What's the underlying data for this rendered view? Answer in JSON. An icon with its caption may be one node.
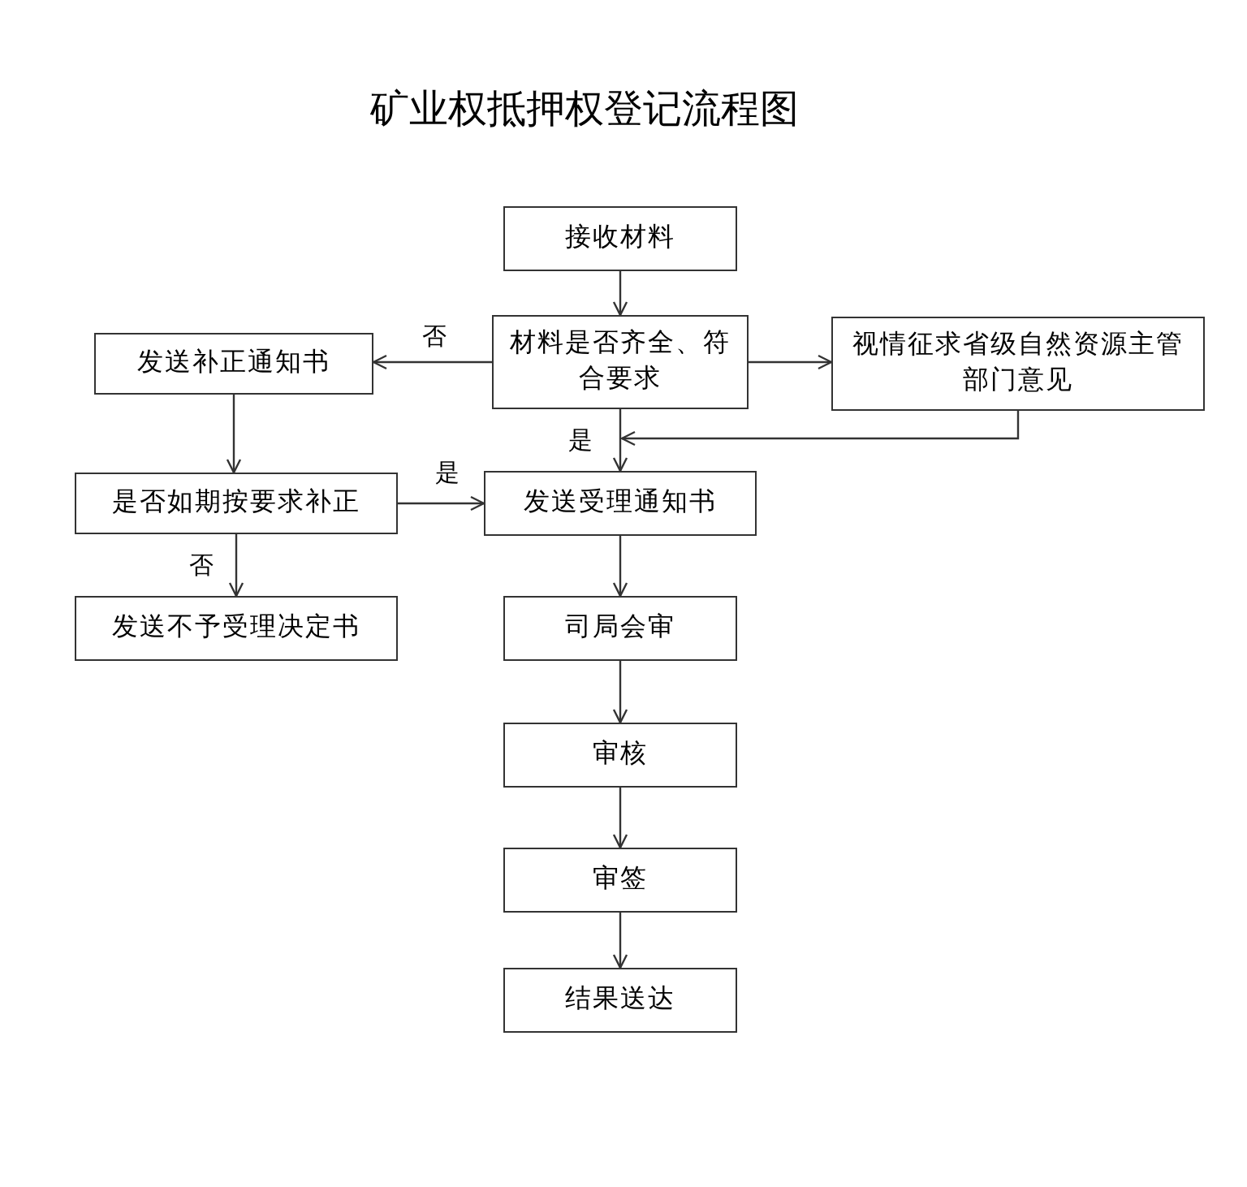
{
  "diagram": {
    "title": "矿业权抵押权登记流程图",
    "nodes": [
      {
        "text": [
          "接收材料"
        ]
      },
      {
        "text": [
          "材料是否齐全、符合要求"
        ]
      },
      {
        "text": [
          "发送补正通知书"
        ]
      },
      {
        "text": [
          "视情征求省级自然资源主管部门意见"
        ]
      },
      {
        "text": [
          "是否如期按要求补正"
        ]
      },
      {
        "text": [
          "发送受理通知书"
        ]
      },
      {
        "text": [
          "发送不予受理决定书"
        ]
      },
      {
        "text": [
          "司局会审"
        ]
      },
      {
        "text": [
          "审核"
        ]
      },
      {
        "text": [
          "审签"
        ]
      },
      {
        "text": [
          "结果送达"
        ]
      }
    ],
    "edges": [
      {
        "from": 0,
        "to": 1,
        "arrow": "to"
      },
      {
        "from": 1,
        "to": 2,
        "arrow": "to",
        "label": "否"
      },
      {
        "from": 1,
        "to": 3,
        "arrow": "to"
      },
      {
        "from": 1,
        "to": 5,
        "arrow": "to",
        "label": "是"
      },
      {
        "from": 3,
        "to": 5,
        "arrow": "to"
      },
      {
        "from": 2,
        "to": 4,
        "arrow": "to"
      },
      {
        "from": 4,
        "to": 5,
        "arrow": "to",
        "label": "是"
      },
      {
        "from": 4,
        "to": 6,
        "arrow": "to",
        "label": "否"
      },
      {
        "from": 5,
        "to": 7,
        "arrow": "to"
      },
      {
        "from": 7,
        "to": 8,
        "arrow": "to"
      },
      {
        "from": 8,
        "to": 9,
        "arrow": "to"
      },
      {
        "from": 9,
        "to": 10,
        "arrow": "to"
      }
    ]
  }
}
